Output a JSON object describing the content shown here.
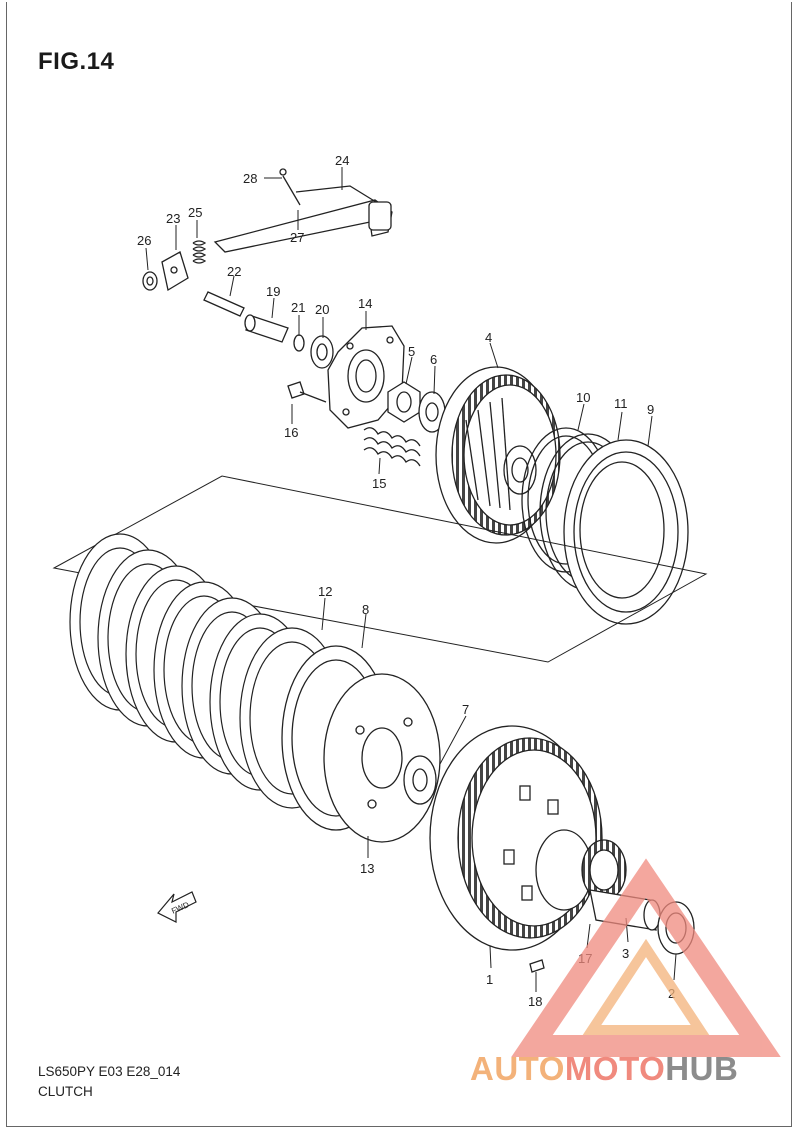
{
  "figure": {
    "title": "FIG.14",
    "model_code": "LS650PY E03 E28_014",
    "name": "CLUTCH"
  },
  "fwd_label": "FWD",
  "callouts": [
    "1",
    "2",
    "3",
    "4",
    "5",
    "6",
    "7",
    "8",
    "9",
    "10",
    "11",
    "12",
    "13",
    "14",
    "15",
    "16",
    "17",
    "18",
    "19",
    "20",
    "21",
    "22",
    "23",
    "24",
    "25",
    "26",
    "27",
    "28"
  ],
  "watermark": {
    "part1": "AUTO",
    "part2": "MOTO",
    "part3": "HUB"
  },
  "colors": {
    "line": "#222222",
    "watermark_red": "#f08a7e",
    "watermark_orange": "#f3b27a",
    "watermark_gray": "#8c8c8c"
  }
}
